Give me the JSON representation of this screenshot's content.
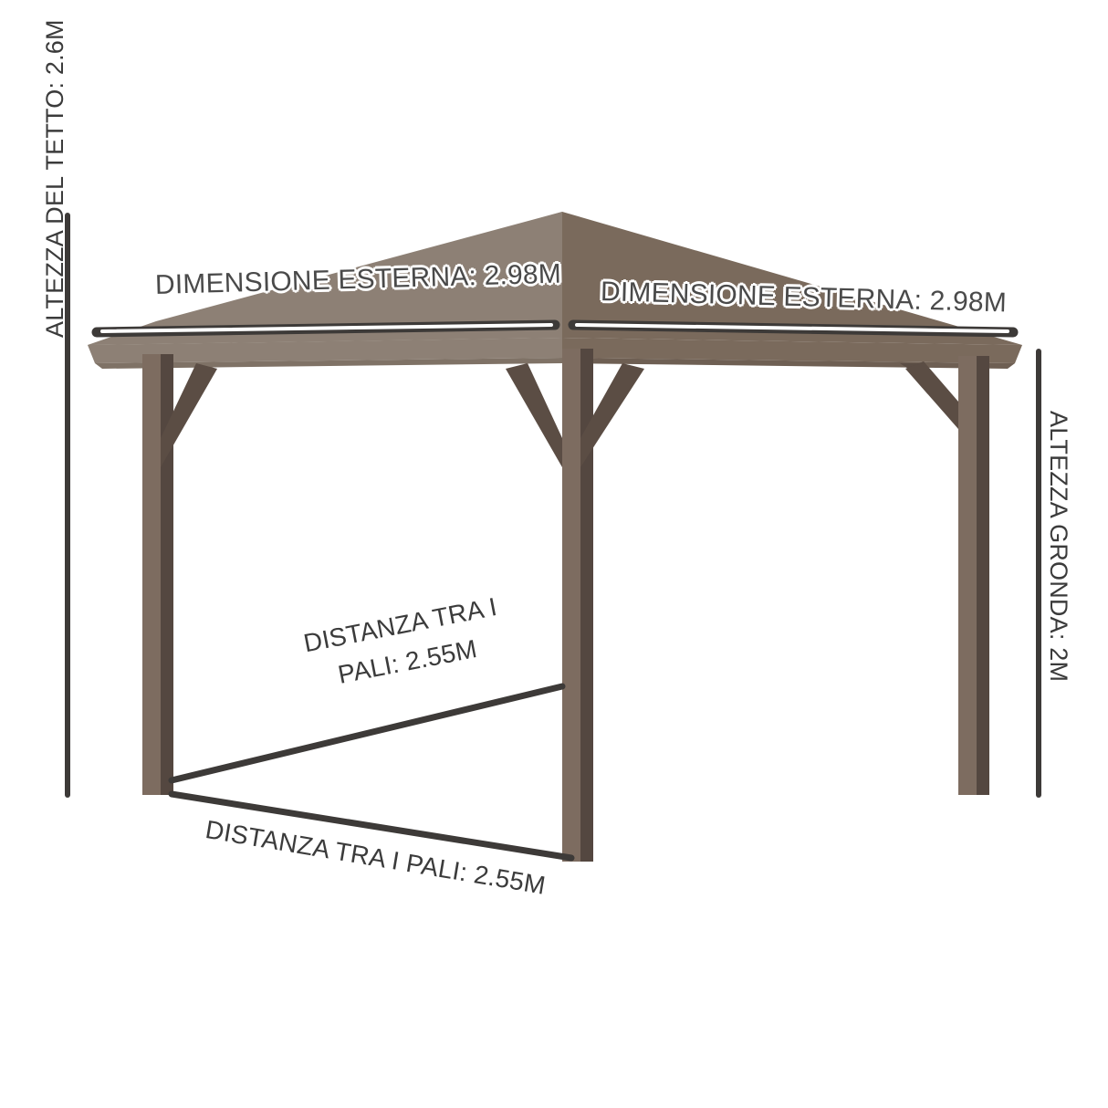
{
  "diagram": {
    "title": "Gazebo - schema dimensioni",
    "subject": "gazebo",
    "background_color": "#ffffff"
  },
  "colors": {
    "roof_left": "#8d8075",
    "roof_right": "#7a6a5c",
    "roof_underside": "#8d8075",
    "roof_underside_right": "#7a6a5c",
    "post_light": "#7d6c60",
    "post_dark": "#544740",
    "brace": "#5b4d44",
    "dimension_line": "#3d3a38",
    "dimension_bar_highlight": "#ffffff",
    "text": "#3b3b3b"
  },
  "labels": {
    "outer_left": "DIMENSIONE ESTERNA: 2.98M",
    "outer_right": "DIMENSIONE ESTERNA: 2.98M",
    "roof_height": "ALTEZZA DEL TETTO: 2.6M",
    "eave_height": "ALTEZZA GRONDA: 2M",
    "post_distance_inner_line1": "DISTANZA TRA I",
    "post_distance_inner_line2": "PALI: 2.55M",
    "post_distance_bottom": "DISTANZA TRA I PALI: 2.55M"
  },
  "measurements": [
    {
      "name": "dimensione-esterna-lato-sinistro",
      "label": "DIMENSIONE ESTERNA",
      "value": "2.98",
      "unit": "M"
    },
    {
      "name": "dimensione-esterna-lato-destro",
      "label": "DIMENSIONE ESTERNA",
      "value": "2.98",
      "unit": "M"
    },
    {
      "name": "altezza-del-tetto",
      "label": "ALTEZZA DEL TETTO",
      "value": "2.6",
      "unit": "M"
    },
    {
      "name": "altezza-gronda",
      "label": "ALTEZZA GRONDA",
      "value": "2",
      "unit": "M"
    },
    {
      "name": "distanza-tra-i-pali-interna",
      "label": "DISTANZA TRA I PALI",
      "value": "2.55",
      "unit": "M"
    },
    {
      "name": "distanza-tra-i-pali-inferiore",
      "label": "DISTANZA TRA I PALI",
      "value": "2.55",
      "unit": "M"
    }
  ]
}
